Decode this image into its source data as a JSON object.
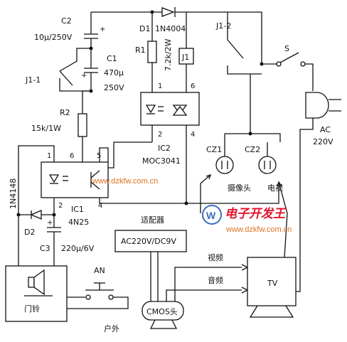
{
  "components": {
    "c2": {
      "ref": "C2",
      "value": "10μ/250V"
    },
    "d1": {
      "ref": "D1",
      "part": "1N4004"
    },
    "j1_2": {
      "ref": "J1-2"
    },
    "s": {
      "ref": "S"
    },
    "r1": {
      "ref": "R1",
      "value": "7.2k/2W"
    },
    "j1": {
      "ref": "J1"
    },
    "c1": {
      "ref": "C1",
      "value1": "470μ",
      "value2": "250V"
    },
    "j1_1": {
      "ref": "J1-1"
    },
    "r2": {
      "ref": "R2",
      "value": "15k/1W"
    },
    "ic2": {
      "ref": "IC2",
      "part": "MOC3041",
      "pin1": "1",
      "pin6": "6",
      "pin2": "2",
      "pin4": "4"
    },
    "ic1": {
      "ref": "IC1",
      "part": "4N25",
      "pin1": "1",
      "pin6": "6",
      "pin5": "5",
      "pin2": "2",
      "pin4": "4"
    },
    "d4148": {
      "part": "1N4148"
    },
    "d2": {
      "ref": "D2"
    },
    "c3": {
      "ref": "C3",
      "value": "220μ/6V"
    },
    "ac": {
      "label": "AC",
      "voltage": "220V"
    },
    "cz1": {
      "ref": "CZ1"
    },
    "cz2": {
      "ref": "CZ2"
    },
    "camera": {
      "label": "摄像头"
    },
    "tv_outlet": {
      "label": "电视"
    },
    "adapter": {
      "title": "适配器",
      "rating": "AC220V/DC9V"
    },
    "an": {
      "ref": "AN"
    },
    "doorbell": {
      "label": "门铃"
    },
    "outdoor": {
      "label": "户外"
    },
    "cmos": {
      "label": "CMOS头"
    },
    "video": {
      "label": "视频"
    },
    "audio": {
      "label": "音频"
    },
    "tv": {
      "label": "TV"
    }
  },
  "watermark": {
    "url_center": "www.dzkfw.com.cn",
    "brand": "电子开发王",
    "url_right": "www.dzkfw.com.cn"
  }
}
